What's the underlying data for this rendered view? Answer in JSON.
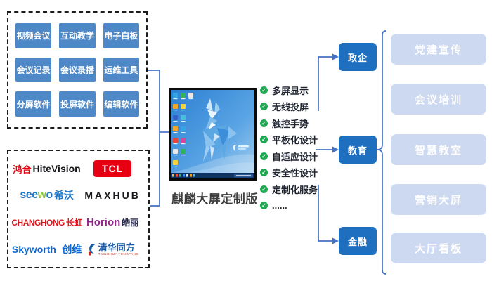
{
  "software_modules": {
    "items": [
      "视频会议",
      "互动教学",
      "电子白板",
      "会议记录",
      "会议录播",
      "运维工具",
      "分屏软件",
      "投屏软件",
      "编辑软件"
    ]
  },
  "brands": {
    "hitevision": {
      "prefix": "鸿合",
      "name": "HiteVision"
    },
    "tcl": {
      "name": "TCL"
    },
    "seewo": {
      "latin_head": "see",
      "latin_w": "w",
      "latin_tail": "o",
      "cn": "希沃"
    },
    "maxhub": {
      "name": "MAXHUB"
    },
    "changhong": {
      "latin": "CHANGHONG",
      "cn": "长虹"
    },
    "horion": {
      "latin": "Horion",
      "cn": "皓丽"
    },
    "skyworth": {
      "latin": "Skyworth",
      "cn": "创维"
    },
    "tongfang": {
      "cn": "清华同方",
      "sub": "TSINGHUA TONGFANG"
    }
  },
  "product": {
    "caption": "麒麟大屏定制版"
  },
  "features": [
    "多屏显示",
    "无线投屏",
    "触控手势",
    "平板化设计",
    "自适应设计",
    "安全性设计",
    "定制化服务",
    "......"
  ],
  "segments": [
    "政企",
    "教育",
    "金融"
  ],
  "applications": [
    "党建宣传",
    "会议培训",
    "智慧教室",
    "营销大屏",
    "大厅看板"
  ],
  "colors": {
    "accent_line": "#4472C4",
    "chip_blue": "#4E88C7",
    "segment_blue": "#1E6FC0",
    "app_blue": "#CDD9F0",
    "check_green": "#22A855",
    "tcl_red": "#E60012",
    "changhong_red": "#D7191F",
    "horion_purple": "#93278F",
    "skyworth_blue": "#0F68D2",
    "seewo_blue": "#1F78C8",
    "seewo_green": "#8CC63F",
    "tongfang_blue": "#1A5DAB",
    "hite_red": "#E60012",
    "ink": "#1F2430"
  }
}
